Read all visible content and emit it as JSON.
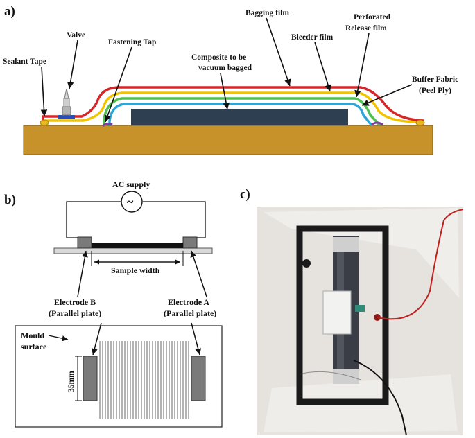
{
  "panels": {
    "a": "a)",
    "b": "b)",
    "c": "c)"
  },
  "panel_a": {
    "labels": {
      "sealant_tape": "Sealant Tape",
      "valve": "Valve",
      "fastening_tap": "Fastening Tap",
      "composite_line1": "Composite  to  be",
      "composite_line2": "vacuum bagged",
      "bagging_film": "Bagging film",
      "bleeder_film": "Bleeder film",
      "perforated_line1": "Perforated",
      "perforated_line2": "Release film",
      "buffer_line1": "Buffer Fabric",
      "buffer_line2": "(Peel Ply)"
    },
    "colors": {
      "mould": "#c8922a",
      "composite": "#2f3f52",
      "bagging_film": "#d62728",
      "bleeder_film": "#f2c400",
      "release_film": "#4fbf4f",
      "peel_ply": "#2fa6d8",
      "valve_blue": "#2a4db0",
      "sealant": "#e8b820",
      "fastening": "#7a3fa0"
    }
  },
  "panel_b": {
    "labels": {
      "ac_supply": "AC supply",
      "ac_symbol": "~",
      "sample_width": "Sample width",
      "electrode_b_line1": "Electrode  B",
      "electrode_b_line2": "(Parallel plate)",
      "electrode_a_line1": "Electrode  A",
      "electrode_a_line2": "(Parallel plate)",
      "mould_line1": "Mould",
      "mould_line2": "surface",
      "dimension": "35mm"
    },
    "colors": {
      "electrode": "#7a7a7a",
      "sample": "#111111",
      "base": "#d9d9d9"
    }
  },
  "panel_c": {
    "description_visible": "",
    "colors": {
      "background": "#e6e3df",
      "frame": "#1a1a1a",
      "wire_red": "#c0201e"
    }
  }
}
